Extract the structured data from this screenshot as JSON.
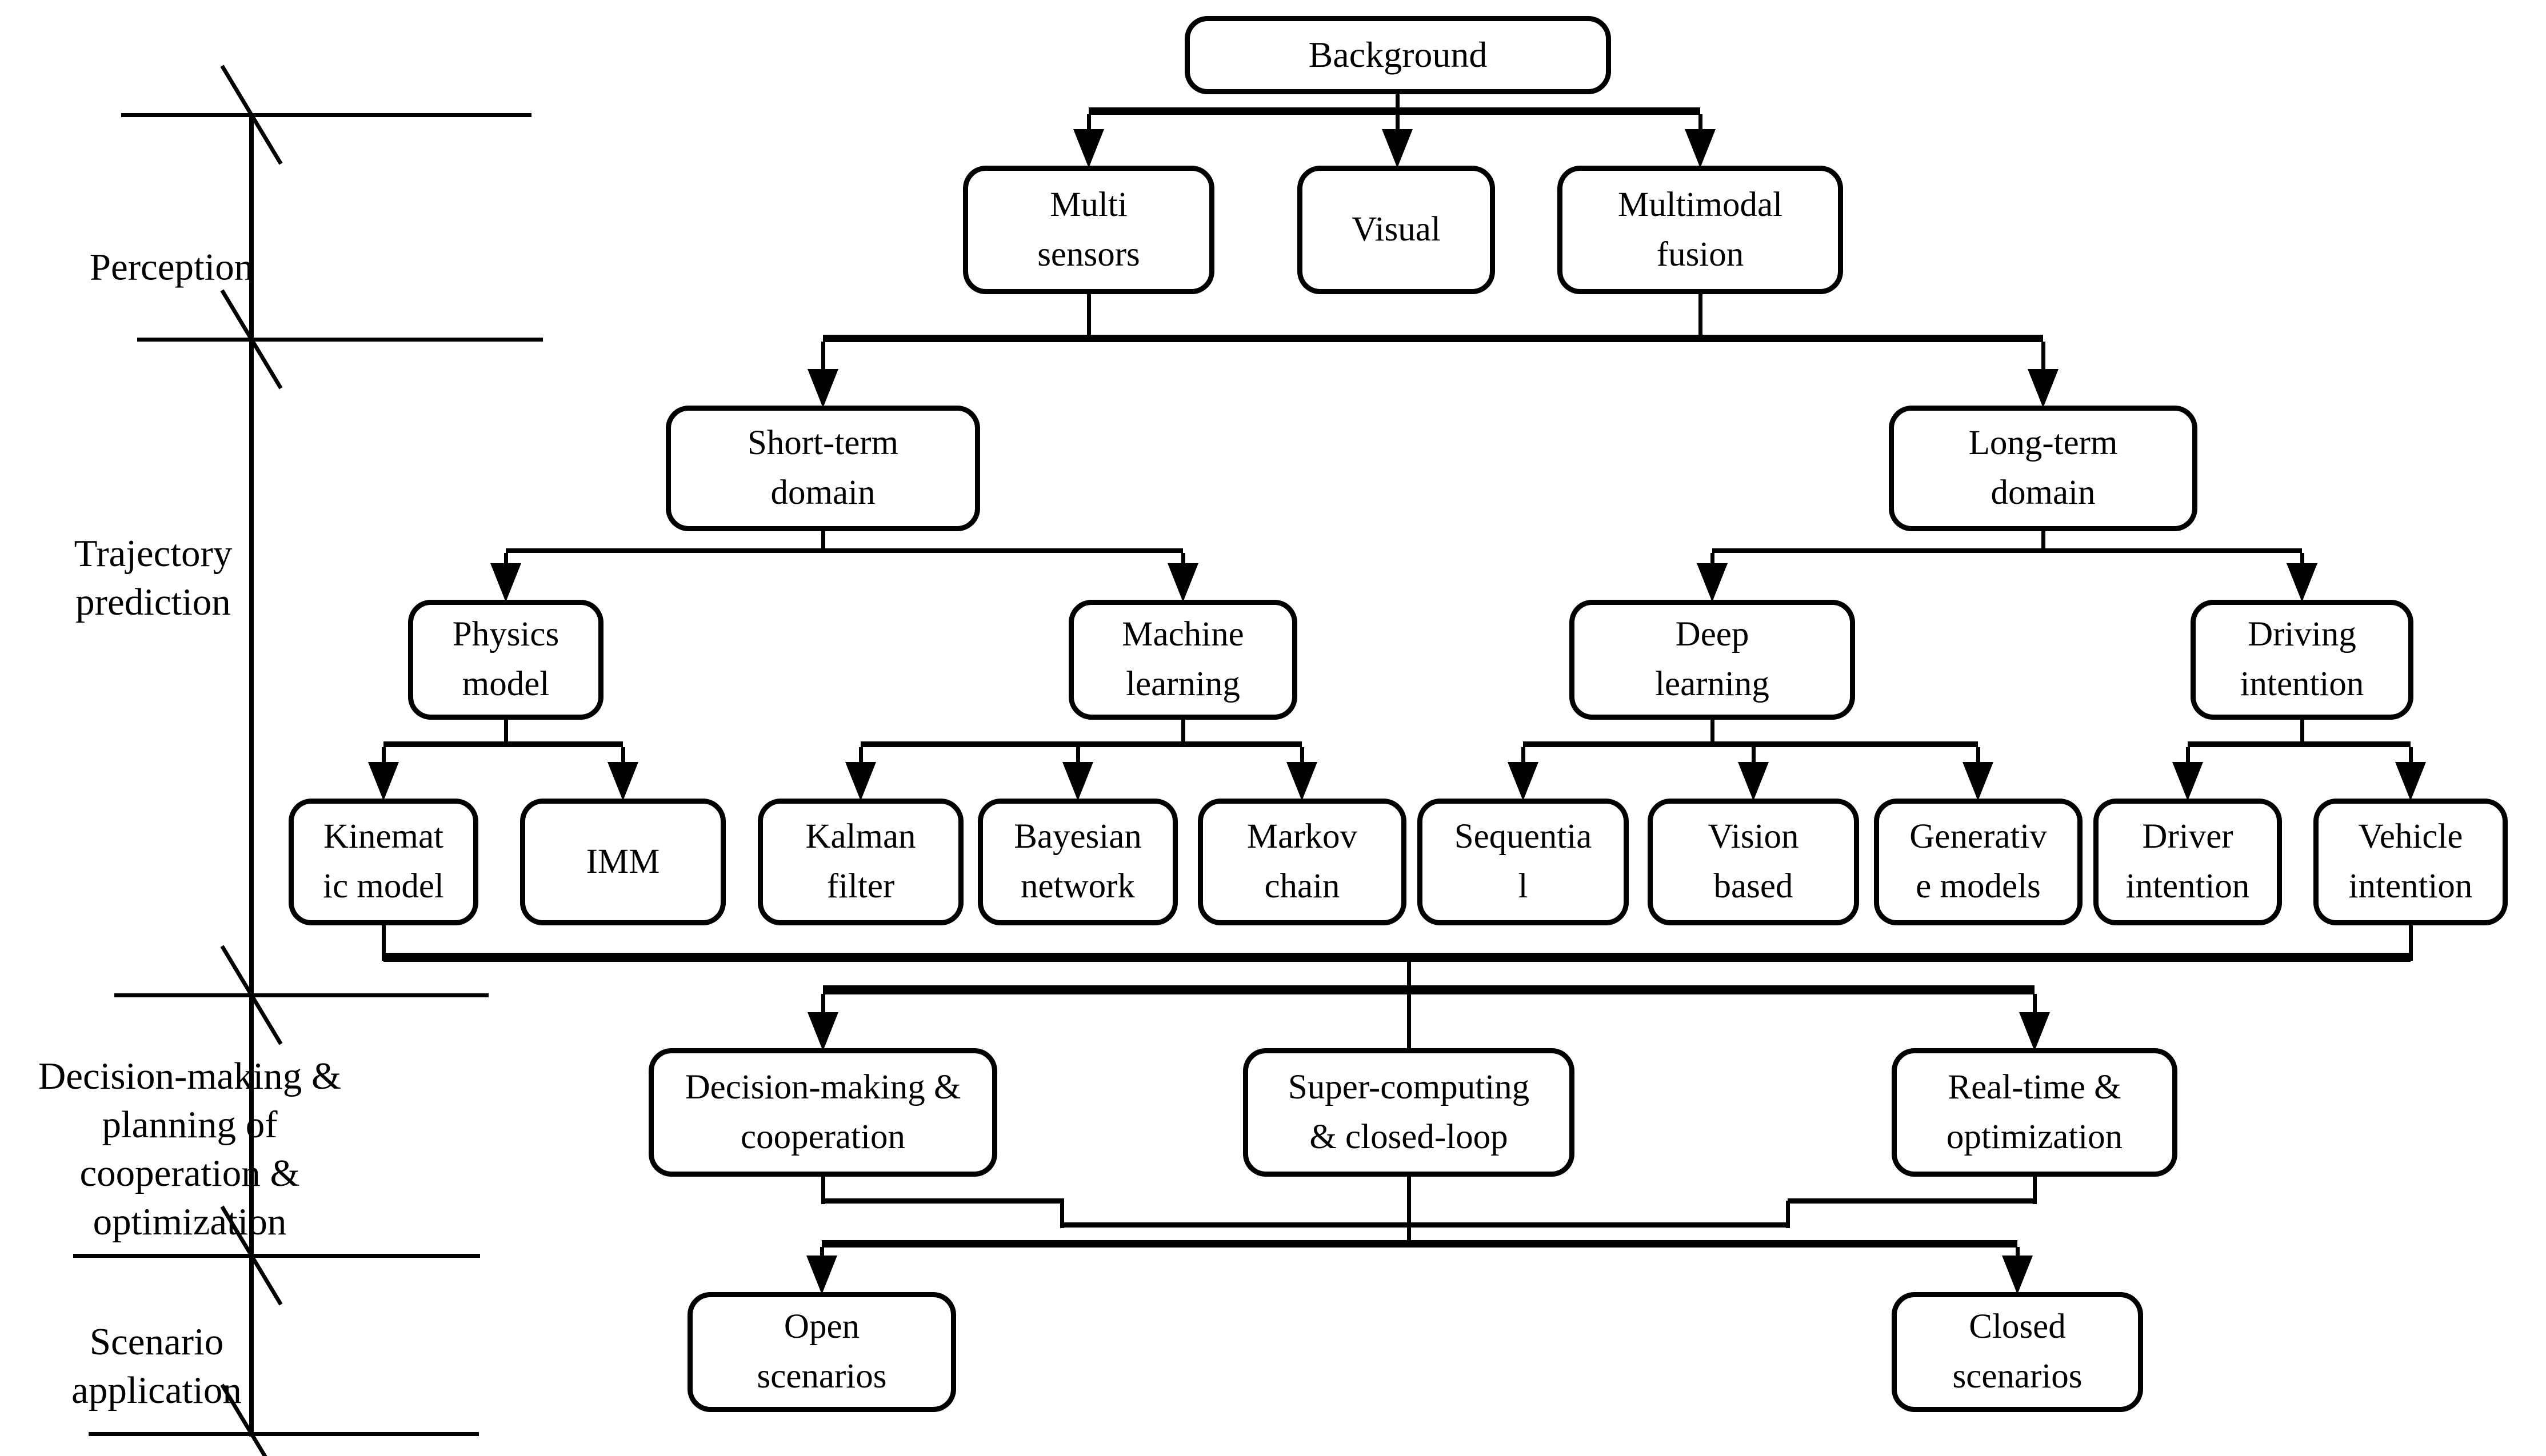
{
  "diagram": {
    "type": "flowchart",
    "background_color": "#ffffff",
    "line_color": "#000000",
    "sections": {
      "perception": {
        "label": "Perception"
      },
      "trajectory_prediction": {
        "label": "Trajectory\nprediction"
      },
      "decision_planning": {
        "label": "Decision-making &\nplanning of\ncooperation &\noptimization"
      },
      "scenario_application": {
        "label": "Scenario\napplication"
      }
    },
    "nodes": {
      "background": {
        "label": "Background"
      },
      "multi_sensors": {
        "label": "Multi\nsensors"
      },
      "visual": {
        "label": "Visual"
      },
      "multimodal_fusion": {
        "label": "Multimodal\nfusion"
      },
      "short_term_domain": {
        "label": "Short-term\ndomain"
      },
      "long_term_domain": {
        "label": "Long-term\ndomain"
      },
      "physics_model": {
        "label": "Physics\nmodel"
      },
      "machine_learning": {
        "label": "Machine\nlearning"
      },
      "deep_learning": {
        "label": "Deep\nlearning"
      },
      "driving_intention": {
        "label": "Driving\nintention"
      },
      "kinematic_model": {
        "label": "Kinemat\nic model"
      },
      "imm": {
        "label": "IMM"
      },
      "kalman_filter": {
        "label": "Kalman\nfilter"
      },
      "bayesian_network": {
        "label": "Bayesian\nnetwork"
      },
      "markov_chain": {
        "label": "Markov\nchain"
      },
      "sequential": {
        "label": "Sequentia\nl"
      },
      "vision_based": {
        "label": "Vision\nbased"
      },
      "generative_models": {
        "label": "Generativ\ne models"
      },
      "driver_intention": {
        "label": "Driver\nintention"
      },
      "vehicle_intention": {
        "label": "Vehicle\nintention"
      },
      "decision_making_cooperation": {
        "label": "Decision-making &\ncooperation"
      },
      "super_computing_closed_loop": {
        "label": "Super-computing\n& closed-loop"
      },
      "real_time_optimization": {
        "label": "Real-time &\noptimization"
      },
      "open_scenarios": {
        "label": "Open\nscenarios"
      },
      "closed_scenarios": {
        "label": "Closed\nscenarios"
      }
    },
    "edges": [
      {
        "from": "background",
        "to": "multi_sensors"
      },
      {
        "from": "background",
        "to": "visual"
      },
      {
        "from": "background",
        "to": "multimodal_fusion"
      },
      {
        "from": "multi_sensors",
        "to": "short_term_domain"
      },
      {
        "from": "multi_sensors",
        "to": "long_term_domain"
      },
      {
        "from": "multimodal_fusion",
        "to": "short_term_domain"
      },
      {
        "from": "multimodal_fusion",
        "to": "long_term_domain"
      },
      {
        "from": "short_term_domain",
        "to": "physics_model"
      },
      {
        "from": "short_term_domain",
        "to": "machine_learning"
      },
      {
        "from": "long_term_domain",
        "to": "deep_learning"
      },
      {
        "from": "long_term_domain",
        "to": "driving_intention"
      },
      {
        "from": "physics_model",
        "to": "kinematic_model"
      },
      {
        "from": "physics_model",
        "to": "imm"
      },
      {
        "from": "machine_learning",
        "to": "kalman_filter"
      },
      {
        "from": "machine_learning",
        "to": "bayesian_network"
      },
      {
        "from": "machine_learning",
        "to": "markov_chain"
      },
      {
        "from": "deep_learning",
        "to": "sequential"
      },
      {
        "from": "deep_learning",
        "to": "vision_based"
      },
      {
        "from": "deep_learning",
        "to": "generative_models"
      },
      {
        "from": "driving_intention",
        "to": "driver_intention"
      },
      {
        "from": "driving_intention",
        "to": "vehicle_intention"
      },
      {
        "from": "kinematic_model",
        "to": "decision_making_cooperation"
      },
      {
        "from": "vehicle_intention",
        "to": "decision_making_cooperation"
      },
      {
        "from": "kinematic_model",
        "to": "super_computing_closed_loop"
      },
      {
        "from": "vehicle_intention",
        "to": "super_computing_closed_loop"
      },
      {
        "from": "kinematic_model",
        "to": "real_time_optimization"
      },
      {
        "from": "vehicle_intention",
        "to": "real_time_optimization"
      },
      {
        "from": "decision_making_cooperation",
        "to": "open_scenarios"
      },
      {
        "from": "super_computing_closed_loop",
        "to": "open_scenarios"
      },
      {
        "from": "real_time_optimization",
        "to": "open_scenarios"
      },
      {
        "from": "decision_making_cooperation",
        "to": "closed_scenarios"
      },
      {
        "from": "super_computing_closed_loop",
        "to": "closed_scenarios"
      },
      {
        "from": "real_time_optimization",
        "to": "closed_scenarios"
      }
    ]
  }
}
